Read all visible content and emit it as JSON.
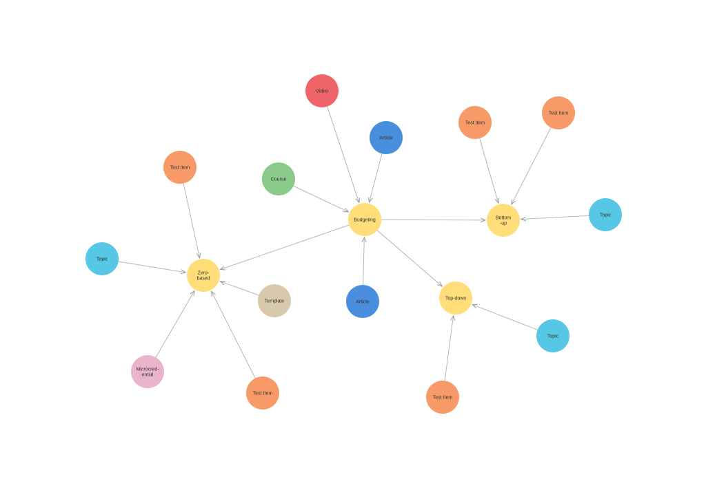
{
  "colors": {
    "hub": "#FFDE7A",
    "test_item": "#F79A68",
    "topic": "#56C7E4",
    "article": "#4A8EDE",
    "video": "#EF6468",
    "course": "#8ACB8C",
    "template": "#D8C8AC",
    "microcredential": "#EAB5CC",
    "edge": "#B5B5B5"
  },
  "nodes": [
    {
      "id": "budgeting",
      "label": "Budgeting",
      "type": "hub"
    },
    {
      "id": "zero-based",
      "label": "Zero-\nbased",
      "type": "hub"
    },
    {
      "id": "bottom-up",
      "label": "Bottom\n-up",
      "type": "hub"
    },
    {
      "id": "top-down",
      "label": "Top-down",
      "type": "hub"
    },
    {
      "id": "video",
      "label": "Video",
      "type": "video"
    },
    {
      "id": "article-top",
      "label": "Article",
      "type": "article"
    },
    {
      "id": "course",
      "label": "Course",
      "type": "course"
    },
    {
      "id": "article-bottom",
      "label": "Article",
      "type": "article"
    },
    {
      "id": "test-item-bu-left",
      "label": "Test Item",
      "type": "test_item"
    },
    {
      "id": "test-item-bu-right",
      "label": "Test Item",
      "type": "test_item"
    },
    {
      "id": "topic-bu",
      "label": "Topic",
      "type": "topic"
    },
    {
      "id": "test-item-zb-top",
      "label": "Test Item",
      "type": "test_item"
    },
    {
      "id": "topic-zb",
      "label": "Topic",
      "type": "topic"
    },
    {
      "id": "template",
      "label": "Template",
      "type": "template"
    },
    {
      "id": "microcredential",
      "label": "Microcred-\nential",
      "type": "microcredential"
    },
    {
      "id": "test-item-zb-bottom",
      "label": "Test Item",
      "type": "test_item"
    },
    {
      "id": "topic-td",
      "label": "Topic",
      "type": "topic"
    },
    {
      "id": "test-item-td",
      "label": "Test Item",
      "type": "test_item"
    }
  ],
  "edges": [
    {
      "from": "video",
      "to": "budgeting"
    },
    {
      "from": "article-top",
      "to": "budgeting"
    },
    {
      "from": "course",
      "to": "budgeting"
    },
    {
      "from": "article-bottom",
      "to": "budgeting"
    },
    {
      "from": "budgeting",
      "to": "bottom-up"
    },
    {
      "from": "budgeting",
      "to": "zero-based"
    },
    {
      "from": "budgeting",
      "to": "top-down"
    },
    {
      "from": "test-item-bu-left",
      "to": "bottom-up"
    },
    {
      "from": "test-item-bu-right",
      "to": "bottom-up"
    },
    {
      "from": "topic-bu",
      "to": "bottom-up"
    },
    {
      "from": "test-item-zb-top",
      "to": "zero-based"
    },
    {
      "from": "topic-zb",
      "to": "zero-based"
    },
    {
      "from": "template",
      "to": "zero-based"
    },
    {
      "from": "microcredential",
      "to": "zero-based"
    },
    {
      "from": "test-item-zb-bottom",
      "to": "zero-based"
    },
    {
      "from": "topic-td",
      "to": "top-down"
    },
    {
      "from": "test-item-td",
      "to": "top-down"
    }
  ]
}
